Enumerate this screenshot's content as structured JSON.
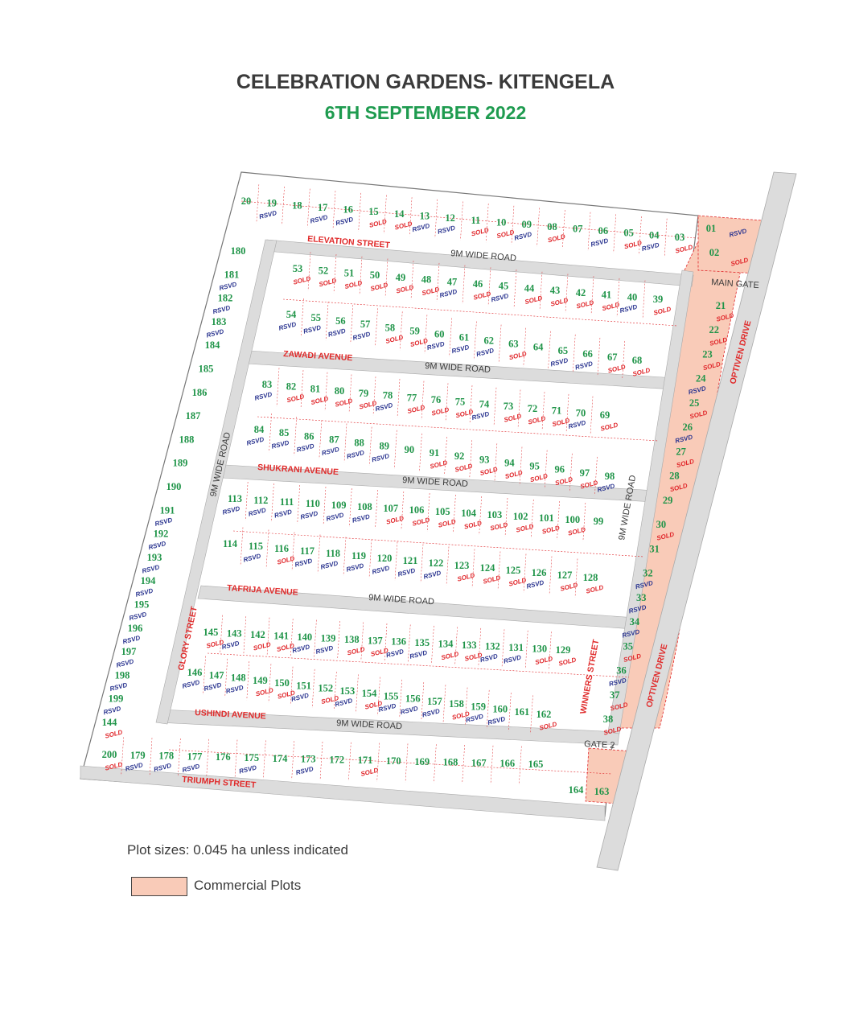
{
  "header": {
    "title": "CELEBRATION GARDENS- KITENGELA",
    "date": "6TH SEPTEMBER 2022"
  },
  "roads": {
    "road1": "9M WIDE ROAD",
    "road2": "9M WIDE ROAD",
    "road3": "9M WIDE ROAD",
    "road4": "9M WIDE ROAD",
    "road5": "9M WIDE ROAD",
    "road_west": "9M WIDE ROAD",
    "road_east": "9M WIDE ROAD"
  },
  "streets": {
    "elevation": "ELEVATION STREET",
    "zawadi": "ZAWADI AVENUE",
    "shukrani": "SHUKRANI AVENUE",
    "tafrija": "TAFRIJA AVENUE",
    "ushindi": "USHINDI AVENUE",
    "triumph": "TRIUMPH STREET",
    "glory": "GLORY STREET",
    "winners": "WINNERS STREET",
    "optiven_upper": "OPTIVEN DRIVE",
    "optiven_lower": "OPTIVEN DRIVE"
  },
  "gates": {
    "main": "MAIN GATE",
    "gate2": "GATE 2"
  },
  "status_labels": {
    "sold": "SOLD",
    "reserved": "RSVD"
  },
  "colors": {
    "number": "#1f9448",
    "sold": "#e0262a",
    "reserved": "#2b3590",
    "commercial": "#f9cbb8",
    "road": "#dcdcdc",
    "boundary": "#e0262a"
  },
  "legend": {
    "note": "Plot sizes: 0.045 ha unless indicated",
    "commercial_label": "Commercial Plots"
  },
  "plots": {
    "row1": [
      {
        "n": "20",
        "s": ""
      },
      {
        "n": "19",
        "s": "R"
      },
      {
        "n": "18",
        "s": ""
      },
      {
        "n": "17",
        "s": "R"
      },
      {
        "n": "16",
        "s": "R"
      },
      {
        "n": "15",
        "s": "S"
      },
      {
        "n": "14",
        "s": "S"
      },
      {
        "n": "13",
        "s": "R"
      },
      {
        "n": "12",
        "s": "R"
      },
      {
        "n": "11",
        "s": "S"
      },
      {
        "n": "10",
        "s": "S"
      },
      {
        "n": "09",
        "s": "R"
      },
      {
        "n": "08",
        "s": "S"
      },
      {
        "n": "07",
        "s": ""
      },
      {
        "n": "06",
        "s": "R"
      },
      {
        "n": "05",
        "s": "S"
      },
      {
        "n": "04",
        "s": "R"
      },
      {
        "n": "03",
        "s": "S"
      }
    ],
    "row2a": [
      {
        "n": "53",
        "s": "S"
      },
      {
        "n": "52",
        "s": "S"
      },
      {
        "n": "51",
        "s": "S"
      },
      {
        "n": "50",
        "s": "S"
      },
      {
        "n": "49",
        "s": "S"
      },
      {
        "n": "48",
        "s": "S"
      },
      {
        "n": "47",
        "s": "R"
      },
      {
        "n": "46",
        "s": "S"
      },
      {
        "n": "45",
        "s": "R"
      },
      {
        "n": "44",
        "s": "S"
      },
      {
        "n": "43",
        "s": "S"
      },
      {
        "n": "42",
        "s": "S"
      },
      {
        "n": "41",
        "s": "S"
      },
      {
        "n": "40",
        "s": "R"
      },
      {
        "n": "39",
        "s": "S"
      }
    ],
    "row2b": [
      {
        "n": "54",
        "s": "R"
      },
      {
        "n": "55",
        "s": "R"
      },
      {
        "n": "56",
        "s": "R"
      },
      {
        "n": "57",
        "s": "R"
      },
      {
        "n": "58",
        "s": "S"
      },
      {
        "n": "59",
        "s": "S"
      },
      {
        "n": "60",
        "s": "R"
      },
      {
        "n": "61",
        "s": "R"
      },
      {
        "n": "62",
        "s": "R"
      },
      {
        "n": "63",
        "s": "S"
      },
      {
        "n": "64",
        "s": ""
      },
      {
        "n": "65",
        "s": "R"
      },
      {
        "n": "66",
        "s": "R"
      },
      {
        "n": "67",
        "s": "S"
      },
      {
        "n": "68",
        "s": "S"
      }
    ],
    "row3a": [
      {
        "n": "83",
        "s": "R"
      },
      {
        "n": "82",
        "s": "S"
      },
      {
        "n": "81",
        "s": "S"
      },
      {
        "n": "80",
        "s": "S"
      },
      {
        "n": "79",
        "s": "S"
      },
      {
        "n": "78",
        "s": "R"
      },
      {
        "n": "77",
        "s": "S"
      },
      {
        "n": "76",
        "s": "S"
      },
      {
        "n": "75",
        "s": "S"
      },
      {
        "n": "74",
        "s": "R"
      },
      {
        "n": "73",
        "s": "S"
      },
      {
        "n": "72",
        "s": "S"
      },
      {
        "n": "71",
        "s": "S"
      },
      {
        "n": "70",
        "s": "R"
      },
      {
        "n": "69",
        "s": "S"
      }
    ],
    "row3b": [
      {
        "n": "84",
        "s": "R"
      },
      {
        "n": "85",
        "s": "R"
      },
      {
        "n": "86",
        "s": "R"
      },
      {
        "n": "87",
        "s": "R"
      },
      {
        "n": "88",
        "s": "R"
      },
      {
        "n": "89",
        "s": "R"
      },
      {
        "n": "90",
        "s": ""
      },
      {
        "n": "91",
        "s": "S"
      },
      {
        "n": "92",
        "s": "S"
      },
      {
        "n": "93",
        "s": "S"
      },
      {
        "n": "94",
        "s": "S"
      },
      {
        "n": "95",
        "s": "S"
      },
      {
        "n": "96",
        "s": "S"
      },
      {
        "n": "97",
        "s": "S"
      },
      {
        "n": "98",
        "s": "R"
      }
    ],
    "row4a": [
      {
        "n": "113",
        "s": "R"
      },
      {
        "n": "112",
        "s": "R"
      },
      {
        "n": "111",
        "s": "R"
      },
      {
        "n": "110",
        "s": "R"
      },
      {
        "n": "109",
        "s": "R"
      },
      {
        "n": "108",
        "s": "R"
      },
      {
        "n": "107",
        "s": "S"
      },
      {
        "n": "106",
        "s": "S"
      },
      {
        "n": "105",
        "s": "S"
      },
      {
        "n": "104",
        "s": "S"
      },
      {
        "n": "103",
        "s": "S"
      },
      {
        "n": "102",
        "s": "S"
      },
      {
        "n": "101",
        "s": "S"
      },
      {
        "n": "100",
        "s": "S"
      },
      {
        "n": "99",
        "s": ""
      }
    ],
    "row4b": [
      {
        "n": "114",
        "s": ""
      },
      {
        "n": "115",
        "s": "R"
      },
      {
        "n": "116",
        "s": "S"
      },
      {
        "n": "117",
        "s": "R"
      },
      {
        "n": "118",
        "s": "R"
      },
      {
        "n": "119",
        "s": "R"
      },
      {
        "n": "120",
        "s": "R"
      },
      {
        "n": "121",
        "s": "R"
      },
      {
        "n": "122",
        "s": "R"
      },
      {
        "n": "123",
        "s": "S"
      },
      {
        "n": "124",
        "s": "S"
      },
      {
        "n": "125",
        "s": "S"
      },
      {
        "n": "126",
        "s": "R"
      },
      {
        "n": "127",
        "s": "S"
      },
      {
        "n": "128",
        "s": "S"
      }
    ],
    "row5a": [
      {
        "n": "145",
        "s": "S"
      },
      {
        "n": "143",
        "s": "R"
      },
      {
        "n": "142",
        "s": "S"
      },
      {
        "n": "141",
        "s": "S"
      },
      {
        "n": "140",
        "s": "R"
      },
      {
        "n": "139",
        "s": "R"
      },
      {
        "n": "138",
        "s": "S"
      },
      {
        "n": "137",
        "s": "S"
      },
      {
        "n": "136",
        "s": "R"
      },
      {
        "n": "135",
        "s": "R"
      },
      {
        "n": "134",
        "s": "S"
      },
      {
        "n": "133",
        "s": "S"
      },
      {
        "n": "132",
        "s": "R"
      },
      {
        "n": "131",
        "s": "R"
      },
      {
        "n": "130",
        "s": "S"
      },
      {
        "n": "129",
        "s": "S"
      }
    ],
    "row5b": [
      {
        "n": "146",
        "s": "R"
      },
      {
        "n": "147",
        "s": "R"
      },
      {
        "n": "148",
        "s": "R"
      },
      {
        "n": "149",
        "s": "S"
      },
      {
        "n": "150",
        "s": "S"
      },
      {
        "n": "151",
        "s": "R"
      },
      {
        "n": "152",
        "s": "S"
      },
      {
        "n": "153",
        "s": "R"
      },
      {
        "n": "154",
        "s": "S"
      },
      {
        "n": "155",
        "s": "R"
      },
      {
        "n": "156",
        "s": "R"
      },
      {
        "n": "157",
        "s": "R"
      },
      {
        "n": "158",
        "s": "S"
      },
      {
        "n": "159",
        "s": "R"
      },
      {
        "n": "160",
        "s": "R"
      },
      {
        "n": "161",
        "s": ""
      },
      {
        "n": "162",
        "s": "S"
      }
    ],
    "row6": [
      {
        "n": "200",
        "s": "S"
      },
      {
        "n": "179",
        "s": "R"
      },
      {
        "n": "178",
        "s": "R"
      },
      {
        "n": "177",
        "s": "R"
      },
      {
        "n": "176",
        "s": ""
      },
      {
        "n": "175",
        "s": "R"
      },
      {
        "n": "174",
        "s": ""
      },
      {
        "n": "173",
        "s": "R"
      },
      {
        "n": "172",
        "s": ""
      },
      {
        "n": "171",
        "s": "S"
      },
      {
        "n": "170",
        "s": ""
      },
      {
        "n": "169",
        "s": ""
      },
      {
        "n": "168",
        "s": ""
      },
      {
        "n": "167",
        "s": ""
      },
      {
        "n": "166",
        "s": ""
      },
      {
        "n": "165",
        "s": ""
      }
    ],
    "west": [
      {
        "n": "180",
        "s": ""
      },
      {
        "n": "181",
        "s": "R"
      },
      {
        "n": "182",
        "s": "R"
      },
      {
        "n": "183",
        "s": "R"
      },
      {
        "n": "184",
        "s": ""
      },
      {
        "n": "185",
        "s": ""
      },
      {
        "n": "186",
        "s": ""
      },
      {
        "n": "187",
        "s": ""
      },
      {
        "n": "188",
        "s": ""
      },
      {
        "n": "189",
        "s": ""
      },
      {
        "n": "190",
        "s": ""
      },
      {
        "n": "191",
        "s": "R"
      },
      {
        "n": "192",
        "s": "R"
      },
      {
        "n": "193",
        "s": "R"
      },
      {
        "n": "194",
        "s": "R"
      },
      {
        "n": "195",
        "s": "R"
      },
      {
        "n": "196",
        "s": "R"
      },
      {
        "n": "197",
        "s": "R"
      },
      {
        "n": "198",
        "s": "R"
      },
      {
        "n": "199",
        "s": "R"
      },
      {
        "n": "144",
        "s": "S"
      }
    ],
    "east": [
      {
        "n": "21",
        "s": "S"
      },
      {
        "n": "22",
        "s": "S"
      },
      {
        "n": "23",
        "s": "S"
      },
      {
        "n": "24",
        "s": "R"
      },
      {
        "n": "25",
        "s": "S"
      },
      {
        "n": "26",
        "s": "R"
      },
      {
        "n": "27",
        "s": "S"
      },
      {
        "n": "28",
        "s": "S"
      },
      {
        "n": "29",
        "s": ""
      },
      {
        "n": "30",
        "s": "S"
      },
      {
        "n": "31",
        "s": ""
      },
      {
        "n": "32",
        "s": "R"
      },
      {
        "n": "33",
        "s": "R"
      },
      {
        "n": "34",
        "s": "R"
      },
      {
        "n": "35",
        "s": "S"
      },
      {
        "n": "36",
        "s": "R"
      },
      {
        "n": "37",
        "s": "S"
      },
      {
        "n": "38",
        "s": "S"
      }
    ],
    "corner": [
      {
        "n": "01",
        "s": "R"
      },
      {
        "n": "02",
        "s": "S"
      },
      {
        "n": "164",
        "s": ""
      },
      {
        "n": "163",
        "s": ""
      }
    ]
  }
}
